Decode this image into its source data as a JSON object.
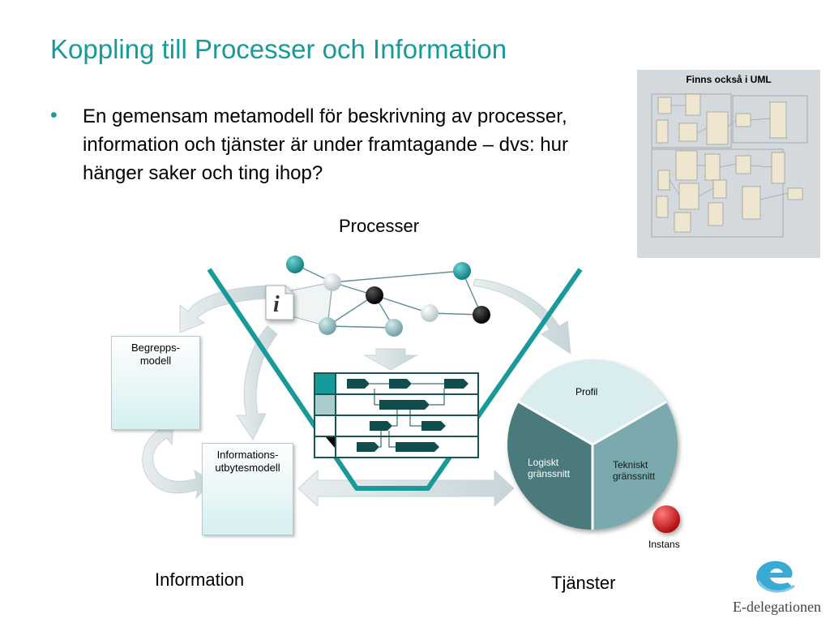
{
  "slide": {
    "title": "Koppling till Processer och Information",
    "bullet": "En gemensam metamodell för beskrivning av processer, information och tjänster är under framtagande – dvs: hur hänger saker och ting ihop?",
    "uml_caption": "Finns också i UML"
  },
  "diagram": {
    "processer_label": "Processer",
    "information_label": "Information",
    "tjanster_label": "Tjänster",
    "begreppsmodell_label": "Begrepps-\nmodell",
    "informationsutbytesmodell_label": "Informations-\nutbytesmodell",
    "info_icon_glyph": "i",
    "profil_label": "Profil",
    "logiskt_label": "Logiskt\ngränssnitt",
    "tekniskt_label": "Tekniskt\ngränssnitt",
    "instans_label": "Instans"
  },
  "logo": {
    "text": "E-delegationen",
    "icon": "e-swirl-icon"
  },
  "colors": {
    "accent": "#199a9a",
    "dark_teal": "#124d4d",
    "instance_red": "#d32222"
  }
}
